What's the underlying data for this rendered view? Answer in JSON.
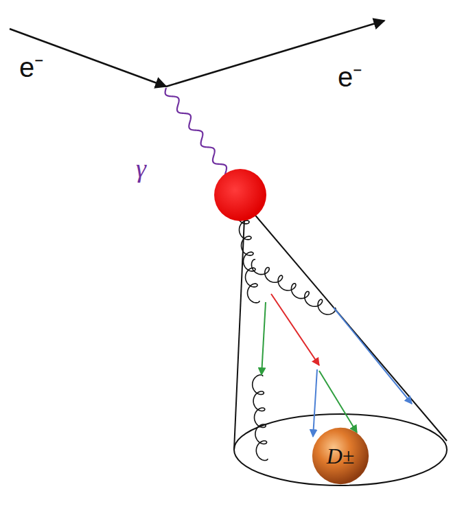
{
  "diagram": {
    "nodes": [
      {
        "text": [
          "D±"
        ]
      }
    ],
    "labels": [
      "e⁻",
      "e⁻",
      "γ"
    ]
  }
}
